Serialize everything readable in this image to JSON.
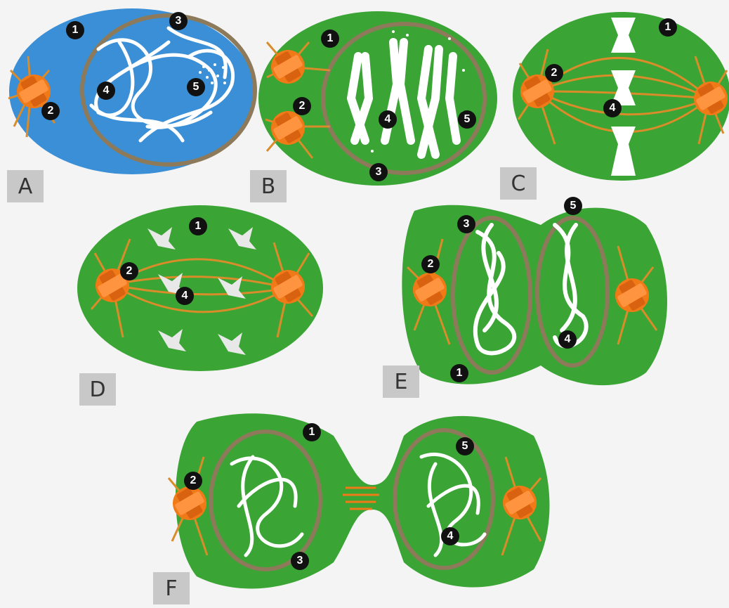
{
  "colors": {
    "interphase_bg": "#3b8fd6",
    "cell_green": "#3aa534",
    "centrosome": "#f07a18",
    "fiber": "#d98c2a",
    "membrane": "#8c7a5a",
    "chromatin": "#ffffff"
  },
  "panels": [
    {
      "id": "A",
      "label": "A",
      "markers": [
        "1",
        "2",
        "3",
        "4",
        "5"
      ]
    },
    {
      "id": "B",
      "label": "B",
      "markers": [
        "1",
        "2",
        "3",
        "4",
        "5"
      ]
    },
    {
      "id": "C",
      "label": "C",
      "markers": [
        "1",
        "2",
        "4"
      ]
    },
    {
      "id": "D",
      "label": "D",
      "markers": [
        "1",
        "2",
        "4"
      ]
    },
    {
      "id": "E",
      "label": "E",
      "markers": [
        "1",
        "2",
        "3",
        "4",
        "5"
      ]
    },
    {
      "id": "F",
      "label": "F",
      "markers": [
        "1",
        "2",
        "3",
        "4",
        "5"
      ]
    }
  ]
}
